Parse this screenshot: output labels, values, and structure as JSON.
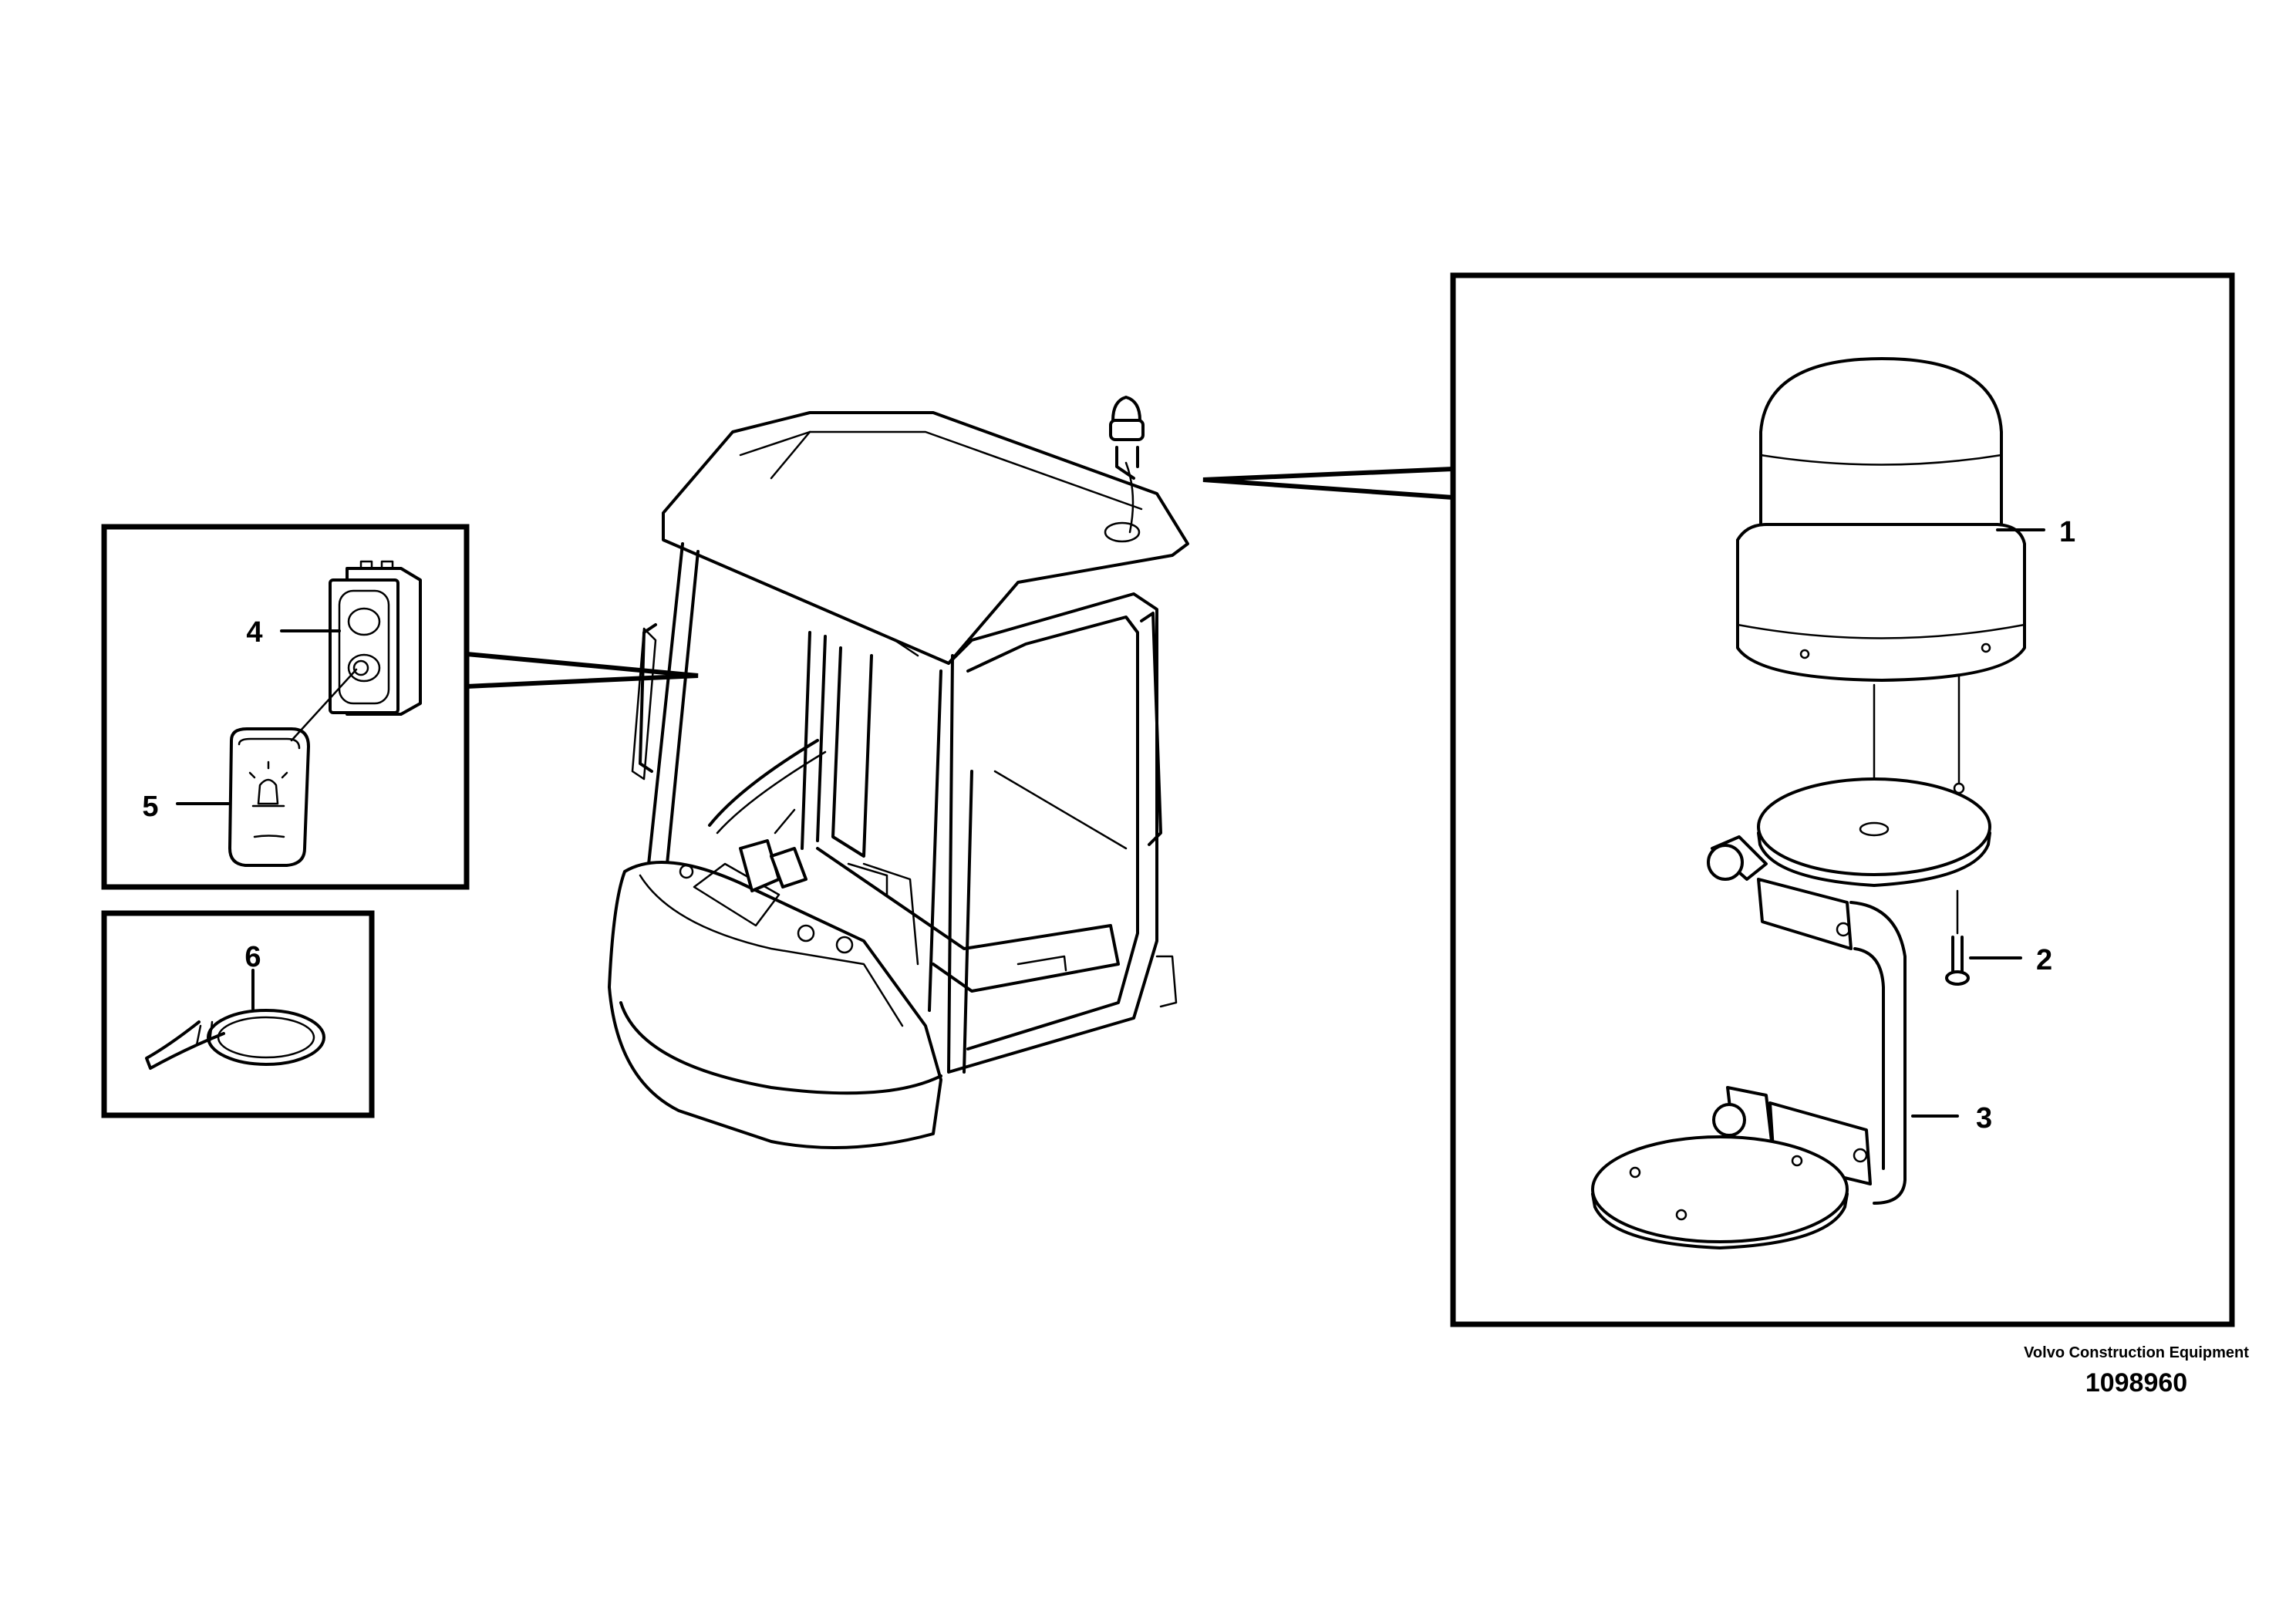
{
  "diagram": {
    "callouts": [
      {
        "id": "1",
        "label": "1"
      },
      {
        "id": "2",
        "label": "2"
      },
      {
        "id": "3",
        "label": "3"
      },
      {
        "id": "4",
        "label": "4"
      },
      {
        "id": "5",
        "label": "5"
      },
      {
        "id": "6",
        "label": "6"
      }
    ],
    "manufacturer": "Volvo Construction Equipment",
    "drawing_number": "1098960"
  }
}
